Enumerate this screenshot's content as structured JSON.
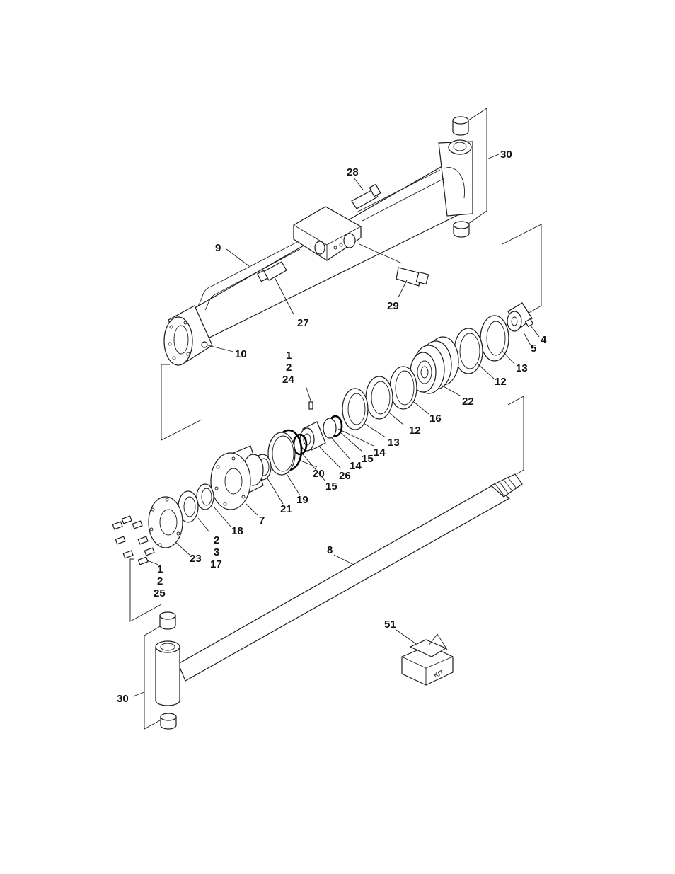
{
  "callouts": [
    {
      "id": "c30a",
      "text": "30"
    },
    {
      "id": "c28",
      "text": "28"
    },
    {
      "id": "c9",
      "text": "9"
    },
    {
      "id": "c29",
      "text": "29"
    },
    {
      "id": "c27",
      "text": "27"
    },
    {
      "id": "c10",
      "text": "10"
    },
    {
      "id": "c4",
      "text": "4"
    },
    {
      "id": "c5",
      "text": "5"
    },
    {
      "id": "c13a",
      "text": "13"
    },
    {
      "id": "c12a",
      "text": "12"
    },
    {
      "id": "c22",
      "text": "22"
    },
    {
      "id": "c16",
      "text": "16"
    },
    {
      "id": "c12b",
      "text": "12"
    },
    {
      "id": "c13b",
      "text": "13"
    },
    {
      "id": "c14a",
      "text": "14"
    },
    {
      "id": "c15a",
      "text": "15"
    },
    {
      "id": "c14b",
      "text": "14"
    },
    {
      "id": "c26",
      "text": "26"
    },
    {
      "id": "c15b",
      "text": "15"
    },
    {
      "id": "c20",
      "text": "20"
    },
    {
      "id": "c19",
      "text": "19"
    },
    {
      "id": "c21",
      "text": "21"
    },
    {
      "id": "c7",
      "text": "7"
    },
    {
      "id": "c18",
      "text": "18"
    },
    {
      "id": "c23",
      "text": "23"
    },
    {
      "id": "c8",
      "text": "8"
    },
    {
      "id": "c51",
      "text": "51"
    },
    {
      "id": "c30b",
      "text": "30"
    }
  ],
  "stack_a": [
    "1",
    "2",
    "24"
  ],
  "stack_b": [
    "2",
    "3",
    "17"
  ],
  "stack_c": [
    "1",
    "2",
    "25"
  ],
  "kit_label": "KIT"
}
